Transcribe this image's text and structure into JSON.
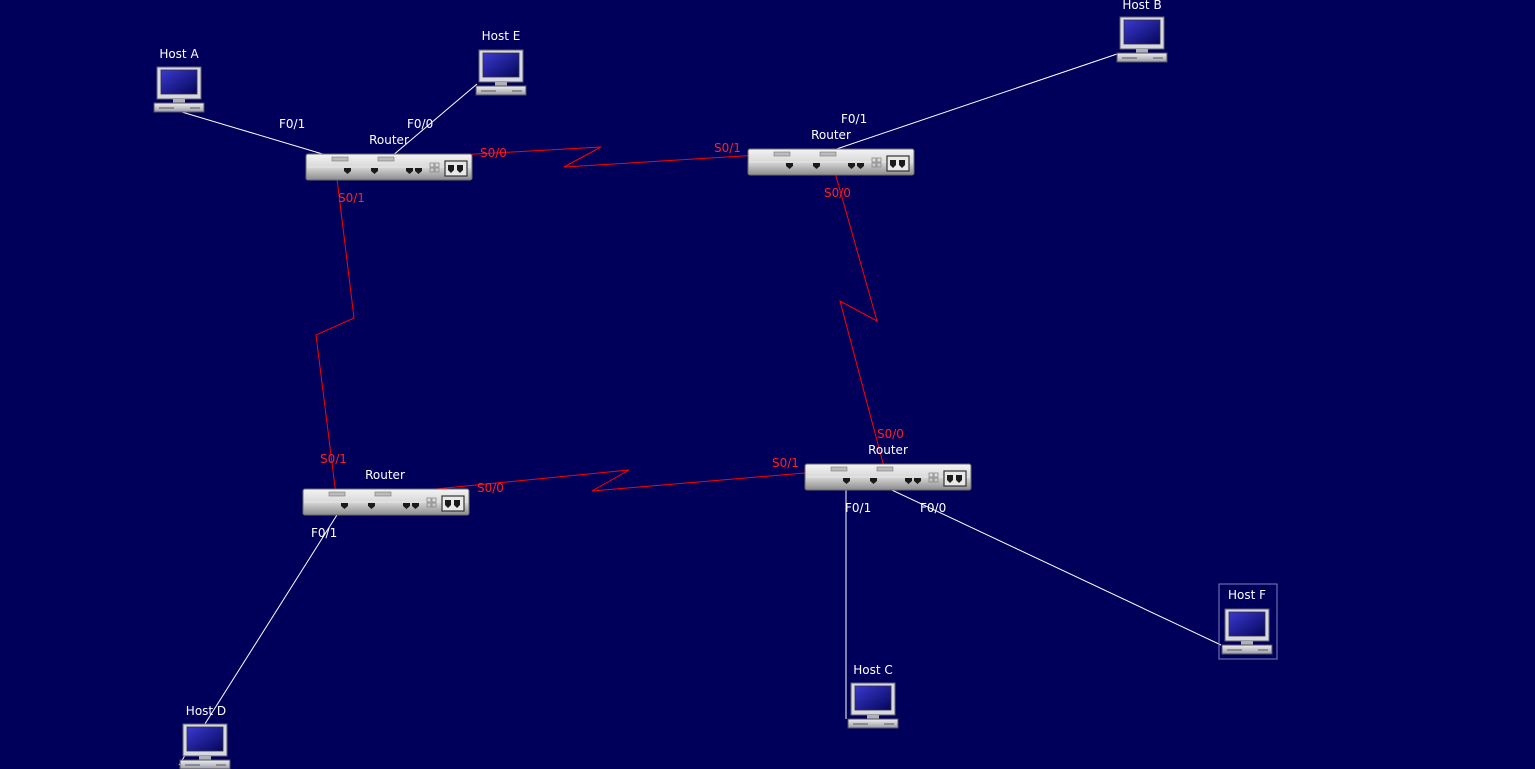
{
  "labels": {
    "router": "Router",
    "host_a": "Host A",
    "host_b": "Host B",
    "host_c": "Host C",
    "host_d": "Host D",
    "host_e": "Host E",
    "host_f": "Host F"
  },
  "ports": {
    "r1_f01": "F0/1",
    "r1_f00": "F0/0",
    "r1_s00": "S0/0",
    "r1_s01": "S0/1",
    "r2_f01": "F0/1",
    "r2_s01": "S0/1",
    "r2_s00": "S0/0",
    "r3_s01": "S0/1",
    "r3_s00": "S0/0",
    "r3_f01": "F0/1",
    "r4_s00": "S0/0",
    "r4_s01": "S0/1",
    "r4_f01": "F0/1",
    "r4_f00": "F0/0"
  },
  "colors": {
    "background": "#00005a",
    "ethernet_link": "#ffffff",
    "serial_link": "#ff0000"
  }
}
